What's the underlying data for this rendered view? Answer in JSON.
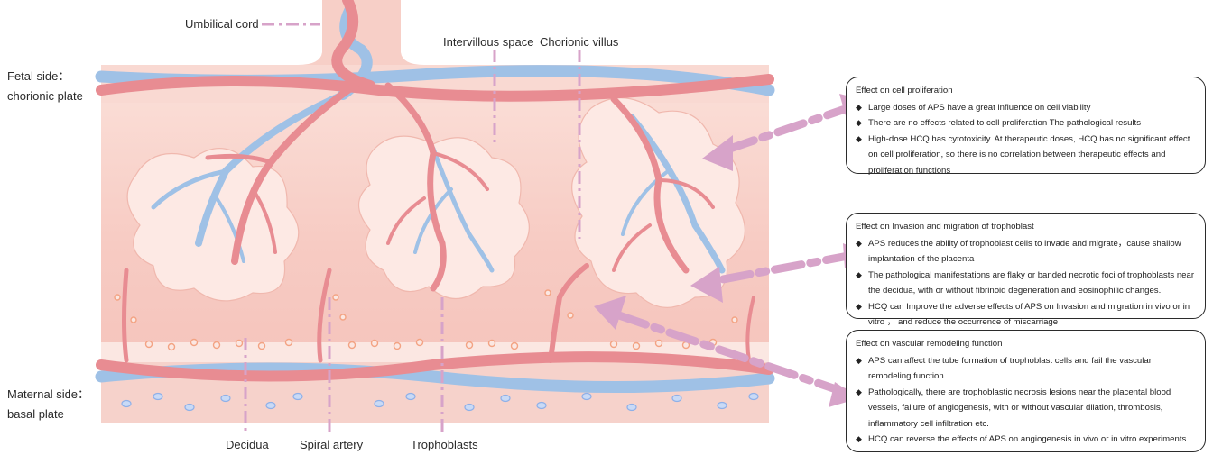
{
  "labels": {
    "umbilical_cord": "Umbilical cord",
    "intervillous_space": "Intervillous space",
    "chorionic_villus": "Chorionic villus",
    "fetal_side_1": "Fetal side：",
    "fetal_side_2": "chorionic plate",
    "maternal_side_1": "Maternal side：",
    "maternal_side_2": "basal plate",
    "decidua": "Decidua",
    "spiral_artery": "Spiral artery",
    "trophoblasts": "Trophoblasts"
  },
  "boxes": [
    {
      "title": "Effect on cell proliferation",
      "items": [
        "Large doses of APS have a great influence on cell viability",
        "There are no effects related to cell proliferation The pathological results",
        "High-dose HCQ has cytotoxicity. At therapeutic doses, HCQ has no significant effect on cell proliferation, so there is no correlation between therapeutic effects and proliferation functions"
      ]
    },
    {
      "title": "Effect on Invasion and migration of trophoblast",
      "items": [
        "APS reduces the ability of trophoblast cells to invade and migrate，cause shallow implantation of the placenta",
        "The pathological manifestations are flaky or banded necrotic foci of trophoblasts near the decidua, with or without fibrinoid degeneration and eosinophilic changes.",
        "HCQ can Improve the adverse effects of APS on Invasion and migration in vivo or in vitro ， and reduce the occurrence of miscarriage"
      ]
    },
    {
      "title": "Effect on vascular remodeling function",
      "items": [
        "APS can affect the tube formation of trophoblast cells and fail the vascular remodeling function",
        "Pathologically, there are trophoblastic necrosis lesions near the placental blood vessels, failure of angiogenesis, with or without vascular dilation, thrombosis, inflammatory cell infiltration etc.",
        "HCQ can reverse the effects of APS on angiogenesis in vivo or in vitro experiments"
      ]
    }
  ],
  "colors": {
    "tissue": "#f6c5bd",
    "tissue_light": "#fbe3dc",
    "artery": "#e88c92",
    "vein": "#9fc1e6",
    "arrow": "#d7a3c9",
    "cell": "#f3a383",
    "blue_cell": "#8fb0e8"
  }
}
